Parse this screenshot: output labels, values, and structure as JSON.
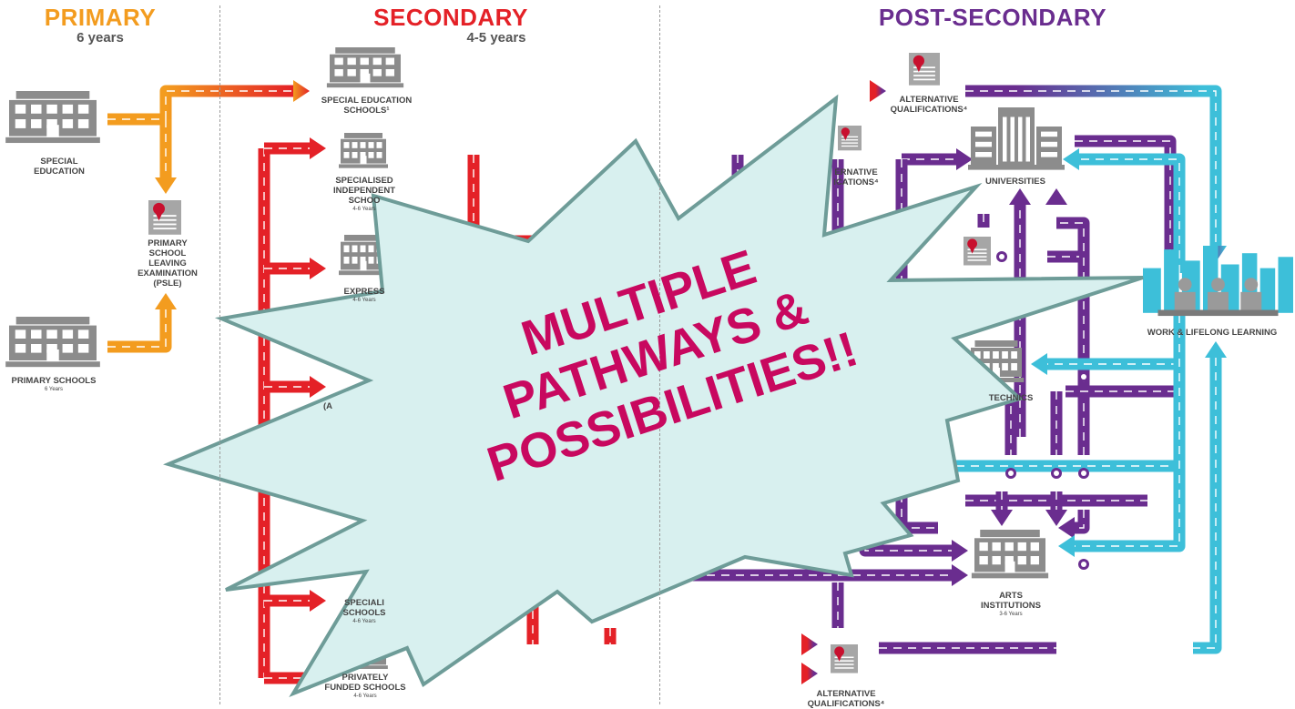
{
  "headers": {
    "primary": {
      "title": "PRIMARY",
      "duration": "6 years",
      "color": "#f39c1f"
    },
    "secondary": {
      "title": "SECONDARY",
      "duration": "4-5 years",
      "color": "#e42127"
    },
    "post_secondary": {
      "title": "POST-SECONDARY",
      "duration": "",
      "color": "#6a2d8f"
    }
  },
  "colors": {
    "orange": "#f39c1f",
    "red": "#e42127",
    "purple": "#6a2d8f",
    "cyan": "#3dbfd9",
    "icon_gray": "#8c8c8c",
    "burst_fill": "#d8f0ef",
    "burst_stroke": "#6e9c98"
  },
  "nodes": {
    "special_education": {
      "label": "SPECIAL\nEDUCATION",
      "icon": "school-building-icon"
    },
    "primary_schools": {
      "label": "PRIMARY SCHOOLS",
      "sub": "6 Years",
      "icon": "school-building-icon"
    },
    "psle": {
      "label": "PRIMARY\nSCHOOL\nLEAVING\nEXAMINATION\n(PSLE)",
      "icon": "certificate-icon"
    },
    "special_ed_schools": {
      "label": "SPECIAL EDUCATION\nSCHOOLS¹",
      "icon": "school-building-icon"
    },
    "specialised_independent": {
      "label": "SPECIALISED\nINDEPENDENT\nSCHOO",
      "sub": "4-6 Years",
      "icon": "school-building-icon"
    },
    "express": {
      "label": "EXPRESS",
      "sub": "4-6 Years",
      "icon": "school-building-icon"
    },
    "specialised_schools": {
      "label": "SPECIALI\nSCHOOLS",
      "sub": "4-6 Years",
      "icon": "school-building-icon"
    },
    "privately_funded": {
      "label": "PRIVATELY\nFUNDED SCHOOLS",
      "sub": "4-6 Years",
      "icon": "school-building-icon"
    },
    "alt_qual_top": {
      "label": "ALTERNATIVE\nQUALIFICATIONS⁴",
      "icon": "certificate-icon"
    },
    "alt_qual_mid": {
      "label": "ERNATIVE\nICATIONS⁴",
      "icon": "certificate-icon"
    },
    "alt_qual_bottom": {
      "label": "ALTERNATIVE\nQUALIFICATIONS⁴",
      "icon": "certificate-icon"
    },
    "universities": {
      "label": "UNIVERSITIES",
      "icon": "university-icon"
    },
    "polytechnics": {
      "label": "TECHNICS",
      "icon": "polytechnic-icon"
    },
    "arts_institutions": {
      "label": "ARTS\nINSTITUTIONS",
      "sub": "3-6 Years",
      "icon": "arts-building-icon"
    },
    "work_lifelong": {
      "label": "WORK & LIFELONG LEARNING",
      "icon": "city-people-icon"
    },
    "hidden_a": {
      "label": "(A",
      "icon": ""
    }
  },
  "burst": {
    "lines": [
      "MULTIPLE",
      "PATHWAYS &",
      "POSSIBILITIES!!"
    ],
    "icon": "starburst-icon"
  }
}
